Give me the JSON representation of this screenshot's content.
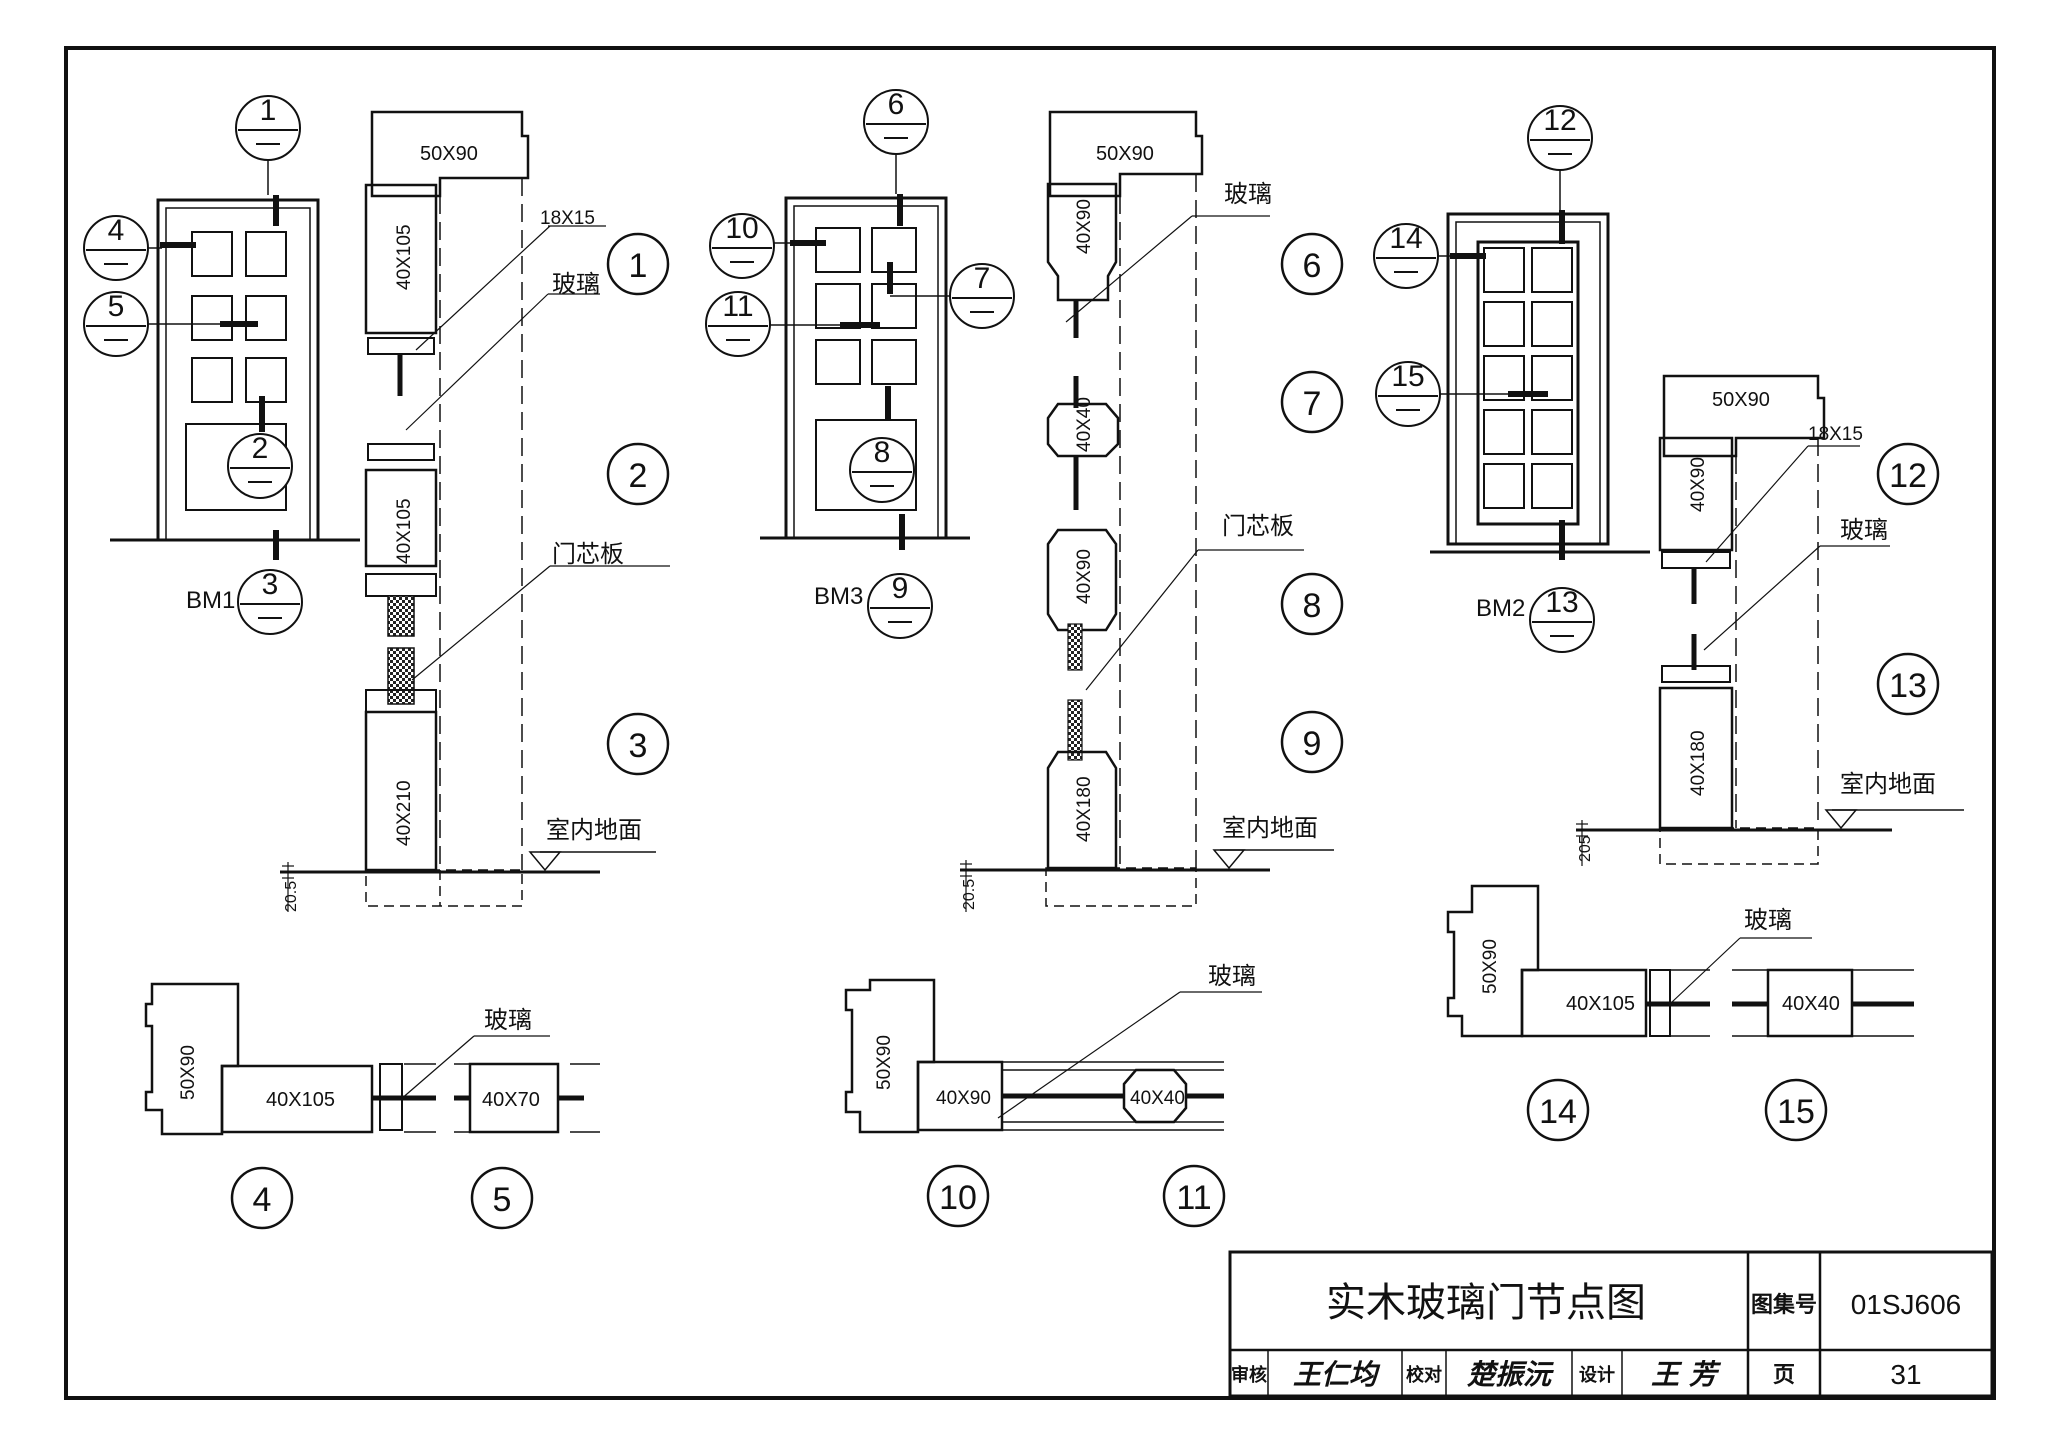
{
  "title_block": {
    "title": "实木玻璃门节点图",
    "atlas_label": "图集号",
    "atlas_no": "01SJ606",
    "page_label": "页",
    "page_no": "31",
    "review_label": "审核",
    "review_name": "王仁均",
    "check_label": "校对",
    "check_name": "楚振沅",
    "design_label": "设计",
    "design_name": "王 芳"
  },
  "door_labels": {
    "bm1": "BM1",
    "bm2": "BM2",
    "bm3": "BM3"
  },
  "callouts": {
    "c1": "1",
    "c2": "2",
    "c3": "3",
    "c4": "4",
    "c5": "5",
    "c6": "6",
    "c7": "7",
    "c8": "8",
    "c9": "9",
    "c10": "10",
    "c11": "11",
    "c12": "12",
    "c13": "13",
    "c14": "14",
    "c15": "15"
  },
  "sections": {
    "s1": {
      "frame": "50X90",
      "top_rail": "40X105",
      "glass_bead": "18X15",
      "glass": "玻璃",
      "mid_rail": "40X105",
      "panel": "门芯板",
      "bottom_rail": "40X210",
      "floor": "室内地面",
      "gap": "20.5"
    },
    "s2": {
      "frame": "50X90",
      "glass": "玻璃",
      "top_rail": "40X90",
      "muntin": "40X40",
      "mid_rail": "40X90",
      "panel": "门芯板",
      "bottom_rail": "40X180",
      "floor": "室内地面",
      "gap": "20.5"
    },
    "s3": {
      "frame": "50X90",
      "glass_bead": "18X15",
      "top_rail": "40X90",
      "glass": "玻璃",
      "bottom_rail": "40X180",
      "floor": "室内地面",
      "gap": "205"
    }
  },
  "plans": {
    "p1": {
      "frame": "50X90",
      "stile": "40X105",
      "glass": "玻璃",
      "muntin": "40X70"
    },
    "p2": {
      "frame": "50X90",
      "stile": "40X90",
      "glass": "玻璃",
      "muntin": "40X40"
    },
    "p3": {
      "frame": "50X90",
      "stile": "40X105",
      "glass": "玻璃",
      "muntin": "40X40"
    }
  }
}
